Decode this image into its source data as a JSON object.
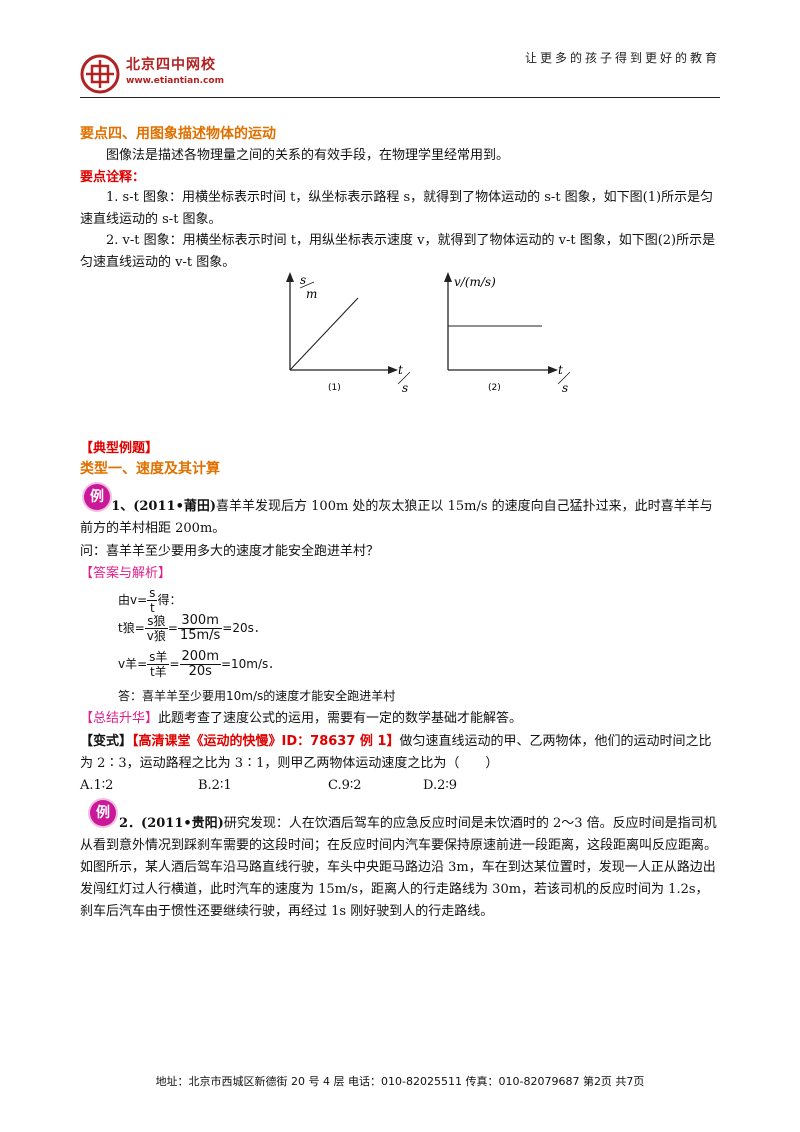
{
  "header": {
    "logo_text": "北京四中网校",
    "logo_url": "www.etiantian.com",
    "slogan": "让更多的孩子得到更好的教育"
  },
  "section": {
    "title": "要点四、用图象描述物体的运动",
    "intro": "图像法是描述各物理量之间的关系的有效手段，在物理学里经常用到。",
    "notes_label": "要点诠释：",
    "p1": "1. s-t 图象：用横坐标表示时间 t，纵坐标表示路程 s，就得到了物体运动的 s-t 图象，如下图(1)所示是匀速直线运动的 s-t 图象。",
    "p2": "2. v-t 图象：用横坐标表示时间 t，用纵坐标表示速度 v，就得到了物体运动的 v-t 图象，如下图(2)所示是匀速直线运动的 v-t 图象。"
  },
  "graphs": {
    "g1": {
      "ylabel_num": "s",
      "ylabel_den": "m",
      "xlabel_num": "t",
      "xlabel_den": "s",
      "caption": "(1)"
    },
    "g2": {
      "ylabel": "v/(m/s)",
      "xlabel_num": "t",
      "xlabel_den": "s",
      "caption": "(2)"
    }
  },
  "examples": {
    "heading": "【典型例题】",
    "type1": "类型一、速度及其计算",
    "badge": "例",
    "ex1_head": "1、(2011•莆田)",
    "ex1_text": "喜羊羊发现后方 100m 处的灰太狼正以 15m/s 的速度向自己猛扑过来，此时喜羊羊与前方的羊村相距 200m。",
    "ex1_question": "问：喜羊羊至少要用多大的速度才能安全跑进羊村？",
    "answer_label": "【答案与解析】",
    "solution": {
      "l1_pre": "由v=",
      "l1_num": "s",
      "l1_den": "t",
      "l1_post": "得：",
      "l2_pre": "t狼=",
      "l2_num": "s狼",
      "l2_den": "v狼",
      "l2_eq": "=",
      "l2_num2": "300m",
      "l2_den2": "15m/s",
      "l2_post": "=20s．",
      "l3_pre": "v羊=",
      "l3_num": "s羊",
      "l3_den": "t羊",
      "l3_eq": "=",
      "l3_num2": "200m",
      "l3_den2": "20s",
      "l3_post": "=10m/s．",
      "l4": "答：喜羊羊至少要用10m/s的速度才能安全跑进羊村"
    },
    "summary_label": "【总结升华】",
    "summary_text": "此题考查了速度公式的运用，需要有一定的数学基础才能解答。",
    "variant_label": "【变式】",
    "variant_link": "【高清课堂《运动的快慢》ID：78637 例 1】",
    "variant_text": "做匀速直线运动的甲、乙两物体，他们的运动时间之比为 2∶3，运动路程之比为 3∶1，则甲乙两物体运动速度之比为（　　）",
    "options": [
      "A.1∶2",
      "B.2∶1",
      "C.9∶2",
      "D.2∶9"
    ],
    "ex2_head": "2．(2011•贵阳)",
    "ex2_text": "研究发现：人在饮酒后驾车的应急反应时间是未饮酒时的 2～3 倍。反应时间是指司机从看到意外情况到踩刹车需要的这段时间；在反应时间内汽车要保持原速前进一段距离，这段距离叫反应距离。如图所示，某人酒后驾车沿马路直线行驶，车头中央距马路边沿 3m，车在到达某位置时，发现一人正从路边出发闯红灯过人行横道，此时汽车的速度为 15m/s，距离人的行走路线为 30m，若该司机的反应时间为 1.2s，刹车后汽车由于惯性还要继续行驶，再经过 1s 刚好驶到人的行走路线。"
  },
  "footer": {
    "text": "地址：北京市西城区新德街 20 号 4 层  电话：010-82025511  传真：010-82079687  第2页  共7页"
  }
}
